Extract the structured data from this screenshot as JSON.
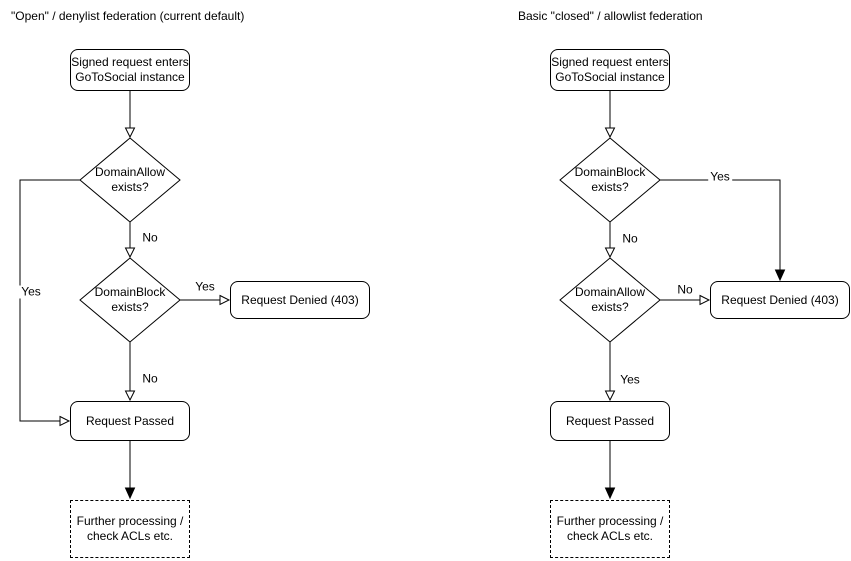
{
  "colors": {
    "background": "#ffffff",
    "stroke": "#000000",
    "node_fill": "#ffffff",
    "text": "#000000"
  },
  "left_chart": {
    "title": "\"Open\" / denylist federation (current default)",
    "nodes": {
      "start": {
        "line1": "Signed request enters",
        "line2": "GoToSocial instance"
      },
      "domain_allow_decision": {
        "line1": "DomainAllow",
        "line2": "exists?"
      },
      "domain_block_decision": {
        "line1": "DomainBlock",
        "line2": "exists?"
      },
      "request_denied": {
        "label": "Request Denied (403)"
      },
      "request_passed": {
        "label": "Request Passed"
      },
      "further_processing": {
        "line1": "Further processing /",
        "line2": "check ACLs etc."
      }
    },
    "edge_labels": {
      "allow_yes": "Yes",
      "allow_no": "No",
      "block_yes": "Yes",
      "block_no": "No"
    }
  },
  "right_chart": {
    "title": "Basic \"closed\" / allowlist federation",
    "nodes": {
      "start": {
        "line1": "Signed request enters",
        "line2": "GoToSocial instance"
      },
      "domain_block_decision": {
        "line1": "DomainBlock",
        "line2": "exists?"
      },
      "domain_allow_decision": {
        "line1": "DomainAllow",
        "line2": "exists?"
      },
      "request_denied": {
        "label": "Request Denied (403)"
      },
      "request_passed": {
        "label": "Request Passed"
      },
      "further_processing": {
        "line1": "Further processing /",
        "line2": "check ACLs etc."
      }
    },
    "edge_labels": {
      "block_yes": "Yes",
      "block_no": "No",
      "allow_no": "No",
      "allow_yes": "Yes"
    }
  }
}
